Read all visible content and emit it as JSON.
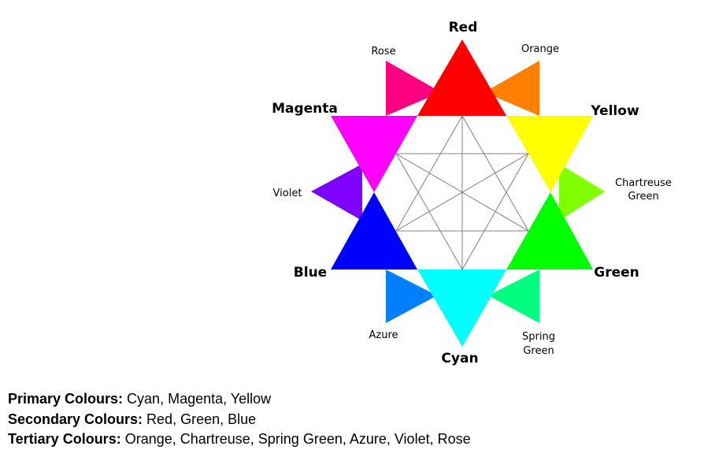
{
  "wheel": {
    "colors": {
      "red": {
        "label": "Red",
        "hex": "#ff0000"
      },
      "yellow": {
        "label": "Yellow",
        "hex": "#ffff00"
      },
      "green": {
        "label": "Green",
        "hex": "#00ff00"
      },
      "cyan": {
        "label": "Cyan",
        "hex": "#00ffff"
      },
      "blue": {
        "label": "Blue",
        "hex": "#0000ff"
      },
      "magenta": {
        "label": "Magenta",
        "hex": "#ff00ff"
      },
      "rose": {
        "label": "Rose",
        "hex": "#ff0080"
      },
      "orange": {
        "label": "Orange",
        "hex": "#ff8000"
      },
      "chartreuse": {
        "label_line1": "Chartreuse",
        "label_line2": "Green",
        "hex": "#80ff00"
      },
      "spring_green": {
        "label_line1": "Spring",
        "label_line2": "Green",
        "hex": "#00ff80"
      },
      "azure": {
        "label": "Azure",
        "hex": "#0080ff"
      },
      "violet": {
        "label": "Violet",
        "hex": "#8000ff"
      }
    },
    "line_color": "#808080"
  },
  "legend": {
    "primary": {
      "title": "Primary Colours:",
      "text": " Cyan, Magenta, Yellow"
    },
    "secondary": {
      "title": "Secondary Colours:",
      "text": " Red, Green, Blue"
    },
    "tertiary": {
      "title": "Tertiary Colours:",
      "text": " Orange, Chartreuse, Spring Green, Azure, Violet, Rose"
    }
  }
}
